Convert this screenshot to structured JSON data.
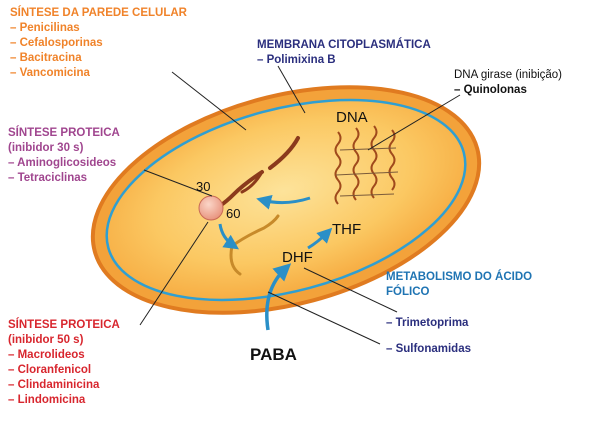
{
  "cell_wall": {
    "title": "SÍNTESE DA PAREDE CELULAR",
    "items": [
      "– Penicilinas",
      "– Cefalosporinas",
      "– Bacitracina",
      "– Vancomicina"
    ]
  },
  "membrane": {
    "title": "MEMBRANA CITOPLASMÁTICA",
    "items": [
      "– Polimixina B"
    ]
  },
  "dna_gyrase": {
    "title": "DNA girase (inibição)",
    "items": [
      "– Quinolonas"
    ]
  },
  "protein_30s": {
    "title": "SÍNTESE PROTEICA",
    "subtitle": "(inibidor 30 s)",
    "items": [
      "– Aminoglicosideos",
      "– Tetraciclinas"
    ]
  },
  "protein_50s": {
    "title": "SÍNTESE PROTEICA",
    "subtitle": "(inibidor 50 s)",
    "items": [
      "– Macrolideos",
      "– Cloranfenicol",
      "– Clindaminicina",
      "– Lindomicina"
    ]
  },
  "folate": {
    "title_line1": "METABOLISMO DO ÁCIDO",
    "title_line2": "FÓLICO",
    "items": [
      "– Trimetoprima",
      "– Sulfonamidas"
    ]
  },
  "diagram_labels": {
    "dna": "DNA",
    "thf": "THF",
    "dhf": "DHF",
    "paba": "PABA",
    "ribo_30": "30",
    "ribo_60": "60"
  },
  "colors": {
    "cell_wall": "#f0832a",
    "protein_30s": "#a0468f",
    "membrane": "#2b2f7e",
    "protein_50s": "#d8262e",
    "folate": "#1f74b3",
    "cell_fill": "#f9b233",
    "cell_outline": "#e07b20"
  }
}
